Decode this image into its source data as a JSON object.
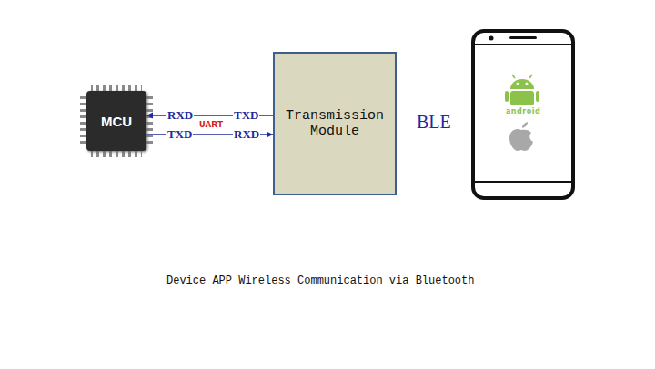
{
  "diagram": {
    "caption": "Device APP Wireless Communication via Bluetooth",
    "nodes": [
      {
        "text": [
          "MCU"
        ]
      },
      {
        "text": [
          "Transmission Module"
        ]
      },
      {
        "text": [
          "android"
        ]
      }
    ],
    "edges": [
      {
        "from": 1,
        "to": 0,
        "arrow": "to",
        "label": "UART"
      },
      {
        "from": 0,
        "to": 1,
        "arrow": "to"
      }
    ],
    "labels": [
      "RXD",
      "TXD",
      "TXD",
      "RXD",
      "BLE"
    ]
  }
}
